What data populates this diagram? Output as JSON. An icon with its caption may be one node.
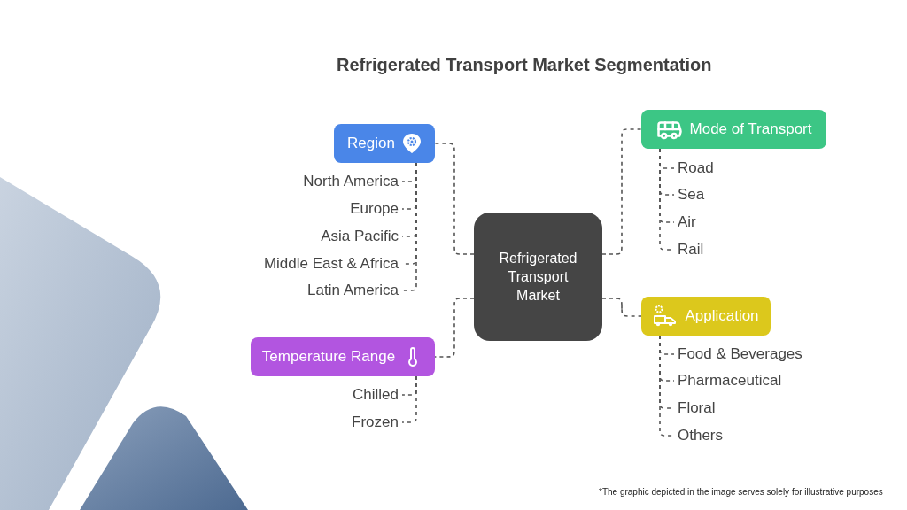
{
  "diagram": {
    "title": "Refrigerated Transport Market Segmentation",
    "nodes": [
      {
        "text": [
          "Refrigerated Transport Market"
        ]
      },
      {
        "text": [
          "Region"
        ]
      },
      {
        "text": [
          "North America"
        ]
      },
      {
        "text": [
          "Europe"
        ]
      },
      {
        "text": [
          "Asia Pacific"
        ]
      },
      {
        "text": [
          "Middle East & Africa"
        ]
      },
      {
        "text": [
          "Latin America"
        ]
      },
      {
        "text": [
          "Temperature Range"
        ]
      },
      {
        "text": [
          "Chilled"
        ]
      },
      {
        "text": [
          "Frozen"
        ]
      },
      {
        "text": [
          "Mode of Transport"
        ]
      },
      {
        "text": [
          "Road"
        ]
      },
      {
        "text": [
          "Sea"
        ]
      },
      {
        "text": [
          "Air"
        ]
      },
      {
        "text": [
          "Rail"
        ]
      },
      {
        "text": [
          "Application"
        ]
      },
      {
        "text": [
          "Food & Beverages"
        ]
      },
      {
        "text": [
          "Pharmaceutical"
        ]
      },
      {
        "text": [
          "Floral"
        ]
      },
      {
        "text": [
          "Others"
        ]
      }
    ],
    "edges": [
      {
        "from": 0,
        "to": 1,
        "arrow": "none",
        "style": "dashed"
      },
      {
        "from": 1,
        "to": 2,
        "arrow": "none",
        "style": "dashed"
      },
      {
        "from": 1,
        "to": 3,
        "arrow": "none",
        "style": "dashed"
      },
      {
        "from": 1,
        "to": 4,
        "arrow": "none",
        "style": "dashed"
      },
      {
        "from": 1,
        "to": 5,
        "arrow": "none",
        "style": "dashed"
      },
      {
        "from": 1,
        "to": 6,
        "arrow": "none",
        "style": "dashed"
      },
      {
        "from": 0,
        "to": 7,
        "arrow": "none",
        "style": "dashed"
      },
      {
        "from": 7,
        "to": 8,
        "arrow": "none",
        "style": "dashed"
      },
      {
        "from": 7,
        "to": 9,
        "arrow": "none",
        "style": "dashed"
      },
      {
        "from": 0,
        "to": 10,
        "arrow": "none",
        "style": "dashed"
      },
      {
        "from": 10,
        "to": 11,
        "arrow": "none",
        "style": "dashed"
      },
      {
        "from": 10,
        "to": 12,
        "arrow": "none",
        "style": "dashed"
      },
      {
        "from": 10,
        "to": 13,
        "arrow": "none",
        "style": "dashed"
      },
      {
        "from": 10,
        "to": 14,
        "arrow": "none",
        "style": "dashed"
      },
      {
        "from": 0,
        "to": 15,
        "arrow": "none",
        "style": "dashed"
      },
      {
        "from": 15,
        "to": 16,
        "arrow": "none",
        "style": "dashed"
      },
      {
        "from": 15,
        "to": 17,
        "arrow": "none",
        "style": "dashed"
      },
      {
        "from": 15,
        "to": 18,
        "arrow": "none",
        "style": "dashed"
      },
      {
        "from": 15,
        "to": 19,
        "arrow": "none",
        "style": "dashed"
      }
    ],
    "labels": [
      "*The graphic depicted in the image serves solely for illustrative purposes"
    ]
  }
}
